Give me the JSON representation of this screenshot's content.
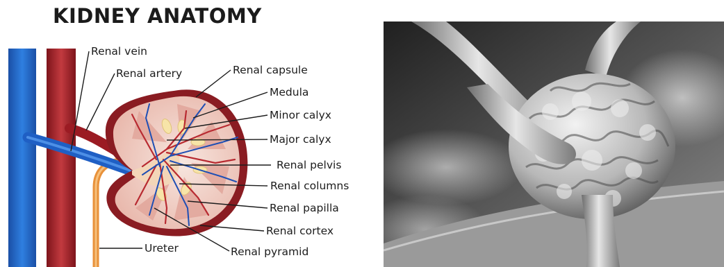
{
  "title": "KIDNEY ANATOMY",
  "labels": {
    "renal_vein": "Renal vein",
    "renal_artery": "Renal artery",
    "renal_capsule": "Renal capsule",
    "medula": "Medula",
    "minor_calyx": "Minor calyx",
    "major_calyx": "Major calyx",
    "renal_pelvis": "Renal pelvis",
    "renal_columns": "Renal columns",
    "renal_papilla": "Renal papilla",
    "renal_cortex": "Renal cortex",
    "ureter": "Ureter",
    "renal_pyramid": "Renal pyramid"
  },
  "colors": {
    "vein": "#1f63c8",
    "artery": "#a51f28",
    "capsule": "#8e1d22",
    "cortex": "#f0cfc6",
    "ureter": "#f0a04a"
  },
  "micrograph": {
    "type": "grayscale electron micrograph of a glomerulus"
  }
}
